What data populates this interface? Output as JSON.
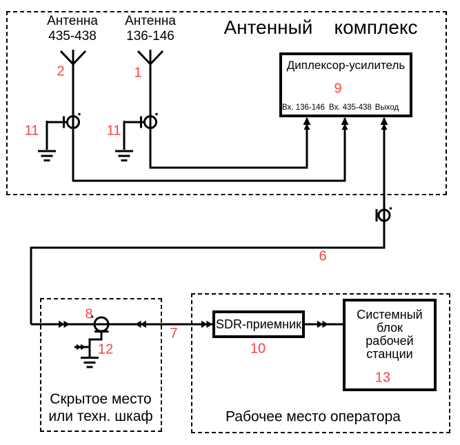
{
  "colors": {
    "accent_red": "#fb4040",
    "line_black": "#000000",
    "background": "#ffffff"
  },
  "zones": {
    "antenna_complex": {
      "title": "Антенный    комплекс"
    },
    "hidden_place": {
      "label_lines": [
        "Скрытое место",
        "или техн. шкаф"
      ]
    },
    "operator_place": {
      "label": "Рабочее место оператора"
    }
  },
  "antennas": {
    "left": {
      "name_line1": "Антенна",
      "name_line2": "435-438",
      "cable_number": "2",
      "arrester_number": "11"
    },
    "right": {
      "name_line1": "Антенна",
      "name_line2": "136-146",
      "cable_number": "1",
      "arrester_number": "11"
    }
  },
  "diplexer": {
    "title": "Диплексор-усилитель",
    "number": "9",
    "port_in_136": "Вх. 136-146",
    "port_in_435": "Вх. 435-438",
    "port_out": "Выход"
  },
  "cables": {
    "feed_cable_number": "6",
    "indoor_cable_number": "7"
  },
  "hidden_arrester": {
    "number": "8",
    "ground_kit_number": "12"
  },
  "sdr": {
    "label": "SDR-приемник",
    "number": "10"
  },
  "workstation": {
    "label_lines": [
      "Системный",
      "блок",
      "рабочей",
      "станции"
    ],
    "number": "13"
  },
  "symbols": {
    "antenna": "antenna-icon",
    "surge_arrester": "surge-arrester-icon",
    "ground": "ground-icon",
    "coax_connector": "coax-connector-icon",
    "feedthrough": "feedthrough-icon"
  }
}
